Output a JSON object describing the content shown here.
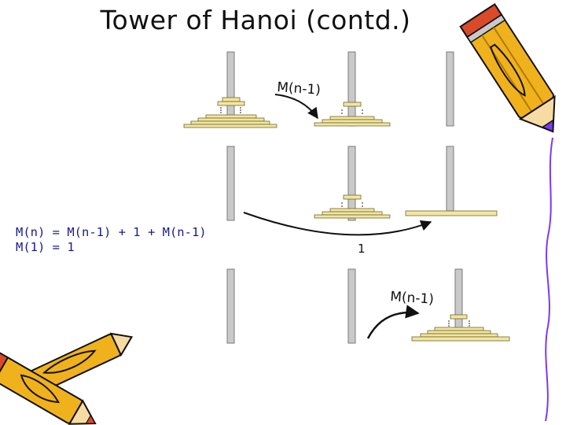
{
  "slide": {
    "title": "Tower of Hanoi (contd.)",
    "formulas": [
      "M(n) = M(n-1) + 1 + M(n-1)",
      "M(1) = 1"
    ],
    "move_labels": {
      "step1": "M(n-1)",
      "step2": "1",
      "step3": "M(n-1)"
    }
  },
  "colors": {
    "peg": "#c9c9c9",
    "peg_stroke": "#7a7a7a",
    "disk": "#f2e6a0",
    "disk_stroke": "#6e6630",
    "formula_text": "#1a1a8c",
    "arrow": "#111111",
    "pencil_body": "#f0b21c",
    "pencil_outline": "#111111",
    "pencil_tip": "#7c3aed"
  },
  "icons": [
    "pencil-icon-top-right",
    "pencil-icon-bottom-left",
    "pencil-icon-bottom-left-back"
  ]
}
